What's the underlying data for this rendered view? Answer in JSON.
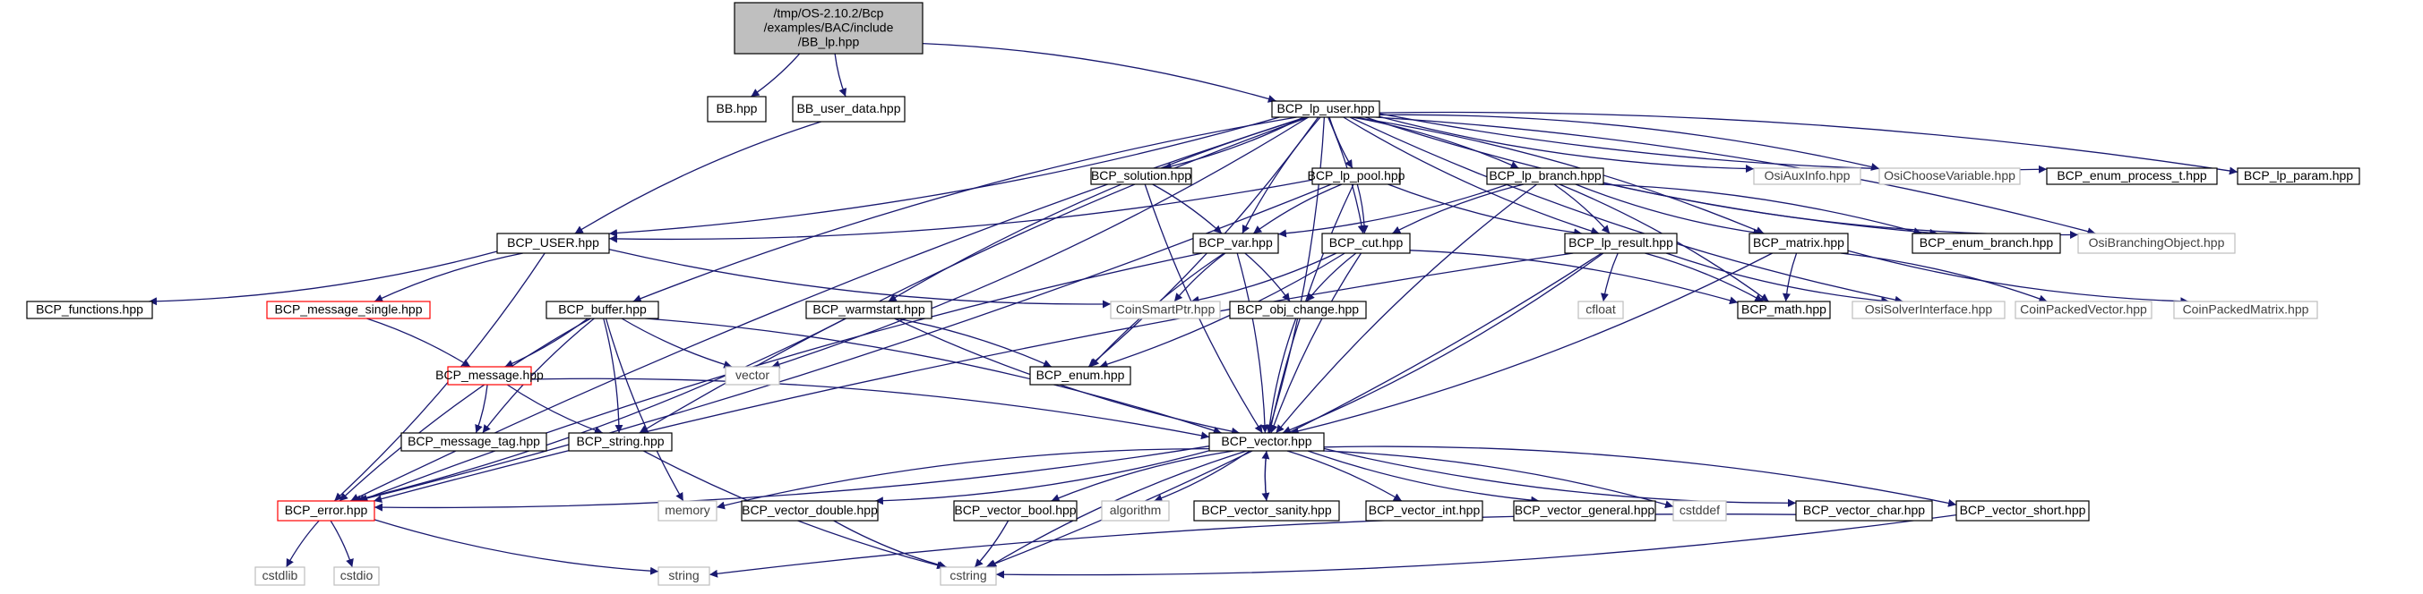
{
  "colors": {
    "edge": "#191970",
    "box_border": "#000000",
    "box_border_missing": "#bfbfbf",
    "box_border_truncated": "#ff0000",
    "root_fill": "#bfbfbf",
    "text": "#000000",
    "text_missing": "#404040"
  },
  "nodes": [
    {
      "id": "root",
      "lines": [
        "/tmp/OS-2.10.2/Bcp",
        "/examples/BAC/include",
        "/BB_lp.hpp"
      ],
      "style": "root"
    },
    {
      "id": "bb",
      "lines": [
        "BB.hpp"
      ],
      "style": "normal"
    },
    {
      "id": "bb_user_data",
      "lines": [
        "BB_user_data.hpp"
      ],
      "style": "normal"
    },
    {
      "id": "bcp_lp_user",
      "lines": [
        "BCP_lp_user.hpp"
      ],
      "style": "normal"
    },
    {
      "id": "bcp_user",
      "lines": [
        "BCP_USER.hpp"
      ],
      "style": "normal"
    },
    {
      "id": "bcp_buffer",
      "lines": [
        "BCP_buffer.hpp"
      ],
      "style": "normal"
    },
    {
      "id": "vector",
      "lines": [
        "vector"
      ],
      "style": "missing"
    },
    {
      "id": "bcp_warmstart",
      "lines": [
        "BCP_warmstart.hpp"
      ],
      "style": "normal"
    },
    {
      "id": "bcp_solution",
      "lines": [
        "BCP_solution.hpp"
      ],
      "style": "normal"
    },
    {
      "id": "bcp_lp_pool",
      "lines": [
        "BCP_lp_pool.hpp"
      ],
      "style": "normal"
    },
    {
      "id": "bcp_lp_branch",
      "lines": [
        "BCP_lp_branch.hpp"
      ],
      "style": "normal"
    },
    {
      "id": "osiauxinfo",
      "lines": [
        "OsiAuxInfo.hpp"
      ],
      "style": "missing"
    },
    {
      "id": "osichoosevariable",
      "lines": [
        "OsiChooseVariable.hpp"
      ],
      "style": "missing"
    },
    {
      "id": "bcp_enum_process_t",
      "lines": [
        "BCP_enum_process_t.hpp"
      ],
      "style": "normal"
    },
    {
      "id": "bcp_lp_param",
      "lines": [
        "BCP_lp_param.hpp"
      ],
      "style": "normal"
    },
    {
      "id": "bcp_functions",
      "lines": [
        "BCP_functions.hpp"
      ],
      "style": "normal"
    },
    {
      "id": "bcp_message_single",
      "lines": [
        "BCP_message_single.hpp"
      ],
      "style": "truncated"
    },
    {
      "id": "bcp_var",
      "lines": [
        "BCP_var.hpp"
      ],
      "style": "normal"
    },
    {
      "id": "bcp_cut",
      "lines": [
        "BCP_cut.hpp"
      ],
      "style": "normal"
    },
    {
      "id": "bcp_lp_result",
      "lines": [
        "BCP_lp_result.hpp"
      ],
      "style": "normal"
    },
    {
      "id": "bcp_matrix",
      "lines": [
        "BCP_matrix.hpp"
      ],
      "style": "normal"
    },
    {
      "id": "bcp_enum_branch",
      "lines": [
        "BCP_enum_branch.hpp"
      ],
      "style": "normal"
    },
    {
      "id": "osibranchingobject",
      "lines": [
        "OsiBranchingObject.hpp"
      ],
      "style": "missing"
    },
    {
      "id": "coinsmartptr",
      "lines": [
        "CoinSmartPtr.hpp"
      ],
      "style": "missing"
    },
    {
      "id": "bcp_obj_change",
      "lines": [
        "BCP_obj_change.hpp"
      ],
      "style": "normal"
    },
    {
      "id": "cfloat",
      "lines": [
        "cfloat"
      ],
      "style": "missing"
    },
    {
      "id": "bcp_math",
      "lines": [
        "BCP_math.hpp"
      ],
      "style": "normal"
    },
    {
      "id": "osisolverinterface",
      "lines": [
        "OsiSolverInterface.hpp"
      ],
      "style": "missing"
    },
    {
      "id": "coinpackedvector",
      "lines": [
        "CoinPackedVector.hpp"
      ],
      "style": "missing"
    },
    {
      "id": "coinpackedmatrix",
      "lines": [
        "CoinPackedMatrix.hpp"
      ],
      "style": "missing"
    },
    {
      "id": "bcp_message",
      "lines": [
        "BCP_message.hpp"
      ],
      "style": "truncated"
    },
    {
      "id": "bcp_enum",
      "lines": [
        "BCP_enum.hpp"
      ],
      "style": "normal"
    },
    {
      "id": "bcp_message_tag",
      "lines": [
        "BCP_message_tag.hpp"
      ],
      "style": "normal"
    },
    {
      "id": "bcp_string",
      "lines": [
        "BCP_string.hpp"
      ],
      "style": "normal"
    },
    {
      "id": "bcp_vector",
      "lines": [
        "BCP_vector.hpp"
      ],
      "style": "normal"
    },
    {
      "id": "bcp_error",
      "lines": [
        "BCP_error.hpp"
      ],
      "style": "truncated"
    },
    {
      "id": "memory",
      "lines": [
        "memory"
      ],
      "style": "missing"
    },
    {
      "id": "bcp_vector_double",
      "lines": [
        "BCP_vector_double.hpp"
      ],
      "style": "normal"
    },
    {
      "id": "bcp_vector_bool",
      "lines": [
        "BCP_vector_bool.hpp"
      ],
      "style": "normal"
    },
    {
      "id": "algorithm",
      "lines": [
        "algorithm"
      ],
      "style": "missing"
    },
    {
      "id": "bcp_vector_sanity",
      "lines": [
        "BCP_vector_sanity.hpp"
      ],
      "style": "normal"
    },
    {
      "id": "bcp_vector_int",
      "lines": [
        "BCP_vector_int.hpp"
      ],
      "style": "normal"
    },
    {
      "id": "bcp_vector_general",
      "lines": [
        "BCP_vector_general.hpp"
      ],
      "style": "normal"
    },
    {
      "id": "cstddef",
      "lines": [
        "cstddef"
      ],
      "style": "missing"
    },
    {
      "id": "bcp_vector_char",
      "lines": [
        "BCP_vector_char.hpp"
      ],
      "style": "normal"
    },
    {
      "id": "bcp_vector_short",
      "lines": [
        "BCP_vector_short.hpp"
      ],
      "style": "normal"
    },
    {
      "id": "cstdlib",
      "lines": [
        "cstdlib"
      ],
      "style": "missing"
    },
    {
      "id": "cstdio",
      "lines": [
        "cstdio"
      ],
      "style": "missing"
    },
    {
      "id": "string",
      "lines": [
        "string"
      ],
      "style": "missing"
    },
    {
      "id": "cstring",
      "lines": [
        "cstring"
      ],
      "style": "missing"
    }
  ],
  "edges": [
    [
      "root",
      "bb"
    ],
    [
      "root",
      "bb_user_data"
    ],
    [
      "root",
      "bcp_lp_user"
    ],
    [
      "bb_user_data",
      "bcp_user"
    ],
    [
      "bcp_lp_user",
      "bcp_user"
    ],
    [
      "bcp_lp_user",
      "bcp_buffer"
    ],
    [
      "bcp_lp_user",
      "vector"
    ],
    [
      "bcp_lp_user",
      "bcp_warmstart"
    ],
    [
      "bcp_lp_user",
      "bcp_solution"
    ],
    [
      "bcp_lp_user",
      "bcp_lp_pool"
    ],
    [
      "bcp_lp_user",
      "bcp_lp_branch"
    ],
    [
      "bcp_lp_user",
      "osiauxinfo"
    ],
    [
      "bcp_lp_user",
      "osichoosevariable"
    ],
    [
      "bcp_lp_user",
      "bcp_enum_process_t"
    ],
    [
      "bcp_lp_user",
      "bcp_lp_param"
    ],
    [
      "bcp_lp_user",
      "bcp_var"
    ],
    [
      "bcp_lp_user",
      "bcp_cut"
    ],
    [
      "bcp_lp_user",
      "bcp_lp_result"
    ],
    [
      "bcp_lp_user",
      "bcp_matrix"
    ],
    [
      "bcp_lp_user",
      "bcp_enum_branch"
    ],
    [
      "bcp_lp_user",
      "osibranchingobject"
    ],
    [
      "bcp_lp_user",
      "osisolverinterface"
    ],
    [
      "bcp_lp_user",
      "bcp_enum"
    ],
    [
      "bcp_lp_user",
      "bcp_string"
    ],
    [
      "bcp_lp_user",
      "bcp_vector"
    ],
    [
      "bcp_lp_user",
      "bcp_error"
    ],
    [
      "bcp_user",
      "bcp_functions"
    ],
    [
      "bcp_user",
      "bcp_message_single"
    ],
    [
      "bcp_user",
      "bcp_error"
    ],
    [
      "bcp_user",
      "coinsmartptr"
    ],
    [
      "bcp_solution",
      "bcp_var"
    ],
    [
      "bcp_solution",
      "bcp_vector"
    ],
    [
      "bcp_lp_pool",
      "bcp_user"
    ],
    [
      "bcp_lp_pool",
      "bcp_var"
    ],
    [
      "bcp_lp_pool",
      "bcp_cut"
    ],
    [
      "bcp_lp_pool",
      "bcp_lp_result"
    ],
    [
      "bcp_lp_pool",
      "bcp_error"
    ],
    [
      "bcp_lp_pool",
      "bcp_vector"
    ],
    [
      "bcp_lp_branch",
      "bcp_var"
    ],
    [
      "bcp_lp_branch",
      "bcp_cut"
    ],
    [
      "bcp_lp_branch",
      "bcp_lp_result"
    ],
    [
      "bcp_lp_branch",
      "bcp_matrix"
    ],
    [
      "bcp_lp_branch",
      "bcp_enum_branch"
    ],
    [
      "bcp_lp_branch",
      "osibranchingobject"
    ],
    [
      "bcp_lp_branch",
      "bcp_math"
    ],
    [
      "bcp_lp_branch",
      "bcp_vector"
    ],
    [
      "bcp_message_single",
      "bcp_message"
    ],
    [
      "bcp_var",
      "coinsmartptr"
    ],
    [
      "bcp_var",
      "bcp_obj_change"
    ],
    [
      "bcp_var",
      "bcp_enum"
    ],
    [
      "bcp_var",
      "bcp_vector"
    ],
    [
      "bcp_var",
      "bcp_error"
    ],
    [
      "bcp_cut",
      "coinsmartptr"
    ],
    [
      "bcp_cut",
      "bcp_obj_change"
    ],
    [
      "bcp_cut",
      "bcp_enum"
    ],
    [
      "bcp_cut",
      "bcp_vector"
    ],
    [
      "bcp_cut",
      "bcp_math"
    ],
    [
      "bcp_lp_result",
      "cfloat"
    ],
    [
      "bcp_lp_result",
      "bcp_math"
    ],
    [
      "bcp_lp_result",
      "osisolverinterface"
    ],
    [
      "bcp_lp_result",
      "bcp_vector"
    ],
    [
      "bcp_lp_result",
      "bcp_error"
    ],
    [
      "bcp_lp_result",
      "cstring"
    ],
    [
      "bcp_matrix",
      "bcp_math"
    ],
    [
      "bcp_matrix",
      "coinpackedvector"
    ],
    [
      "bcp_matrix",
      "coinpackedmatrix"
    ],
    [
      "bcp_matrix",
      "bcp_vector"
    ],
    [
      "bcp_buffer",
      "vector"
    ],
    [
      "bcp_buffer",
      "bcp_message"
    ],
    [
      "bcp_buffer",
      "bcp_message_tag"
    ],
    [
      "bcp_buffer",
      "bcp_string"
    ],
    [
      "bcp_buffer",
      "memory"
    ],
    [
      "bcp_buffer",
      "bcp_vector"
    ],
    [
      "bcp_buffer",
      "bcp_error"
    ],
    [
      "bcp_warmstart",
      "bcp_enum"
    ],
    [
      "bcp_warmstart",
      "bcp_vector"
    ],
    [
      "bcp_warmstart",
      "bcp_error"
    ],
    [
      "bcp_obj_change",
      "bcp_vector"
    ],
    [
      "bcp_message",
      "bcp_message_tag"
    ],
    [
      "bcp_message",
      "bcp_string"
    ],
    [
      "bcp_message",
      "bcp_vector"
    ],
    [
      "bcp_string",
      "cstring"
    ],
    [
      "bcp_vector",
      "bcp_error"
    ],
    [
      "bcp_vector",
      "memory"
    ],
    [
      "bcp_vector",
      "bcp_vector_double"
    ],
    [
      "bcp_vector",
      "bcp_vector_bool"
    ],
    [
      "bcp_vector",
      "algorithm"
    ],
    [
      "bcp_vector",
      "bcp_vector_sanity"
    ],
    [
      "bcp_vector",
      "bcp_vector_int"
    ],
    [
      "bcp_vector",
      "bcp_vector_general"
    ],
    [
      "bcp_vector",
      "cstddef"
    ],
    [
      "bcp_vector",
      "bcp_vector_char"
    ],
    [
      "bcp_vector",
      "bcp_vector_short"
    ],
    [
      "bcp_vector",
      "cstring"
    ],
    [
      "bcp_vector_sanity",
      "bcp_vector"
    ],
    [
      "bcp_vector_double",
      "cstring"
    ],
    [
      "bcp_vector_bool",
      "cstring"
    ],
    [
      "bcp_vector_char",
      "string"
    ],
    [
      "bcp_vector_short",
      "cstring"
    ],
    [
      "bcp_error",
      "cstdlib"
    ],
    [
      "bcp_error",
      "cstdio"
    ],
    [
      "bcp_error",
      "string"
    ]
  ]
}
